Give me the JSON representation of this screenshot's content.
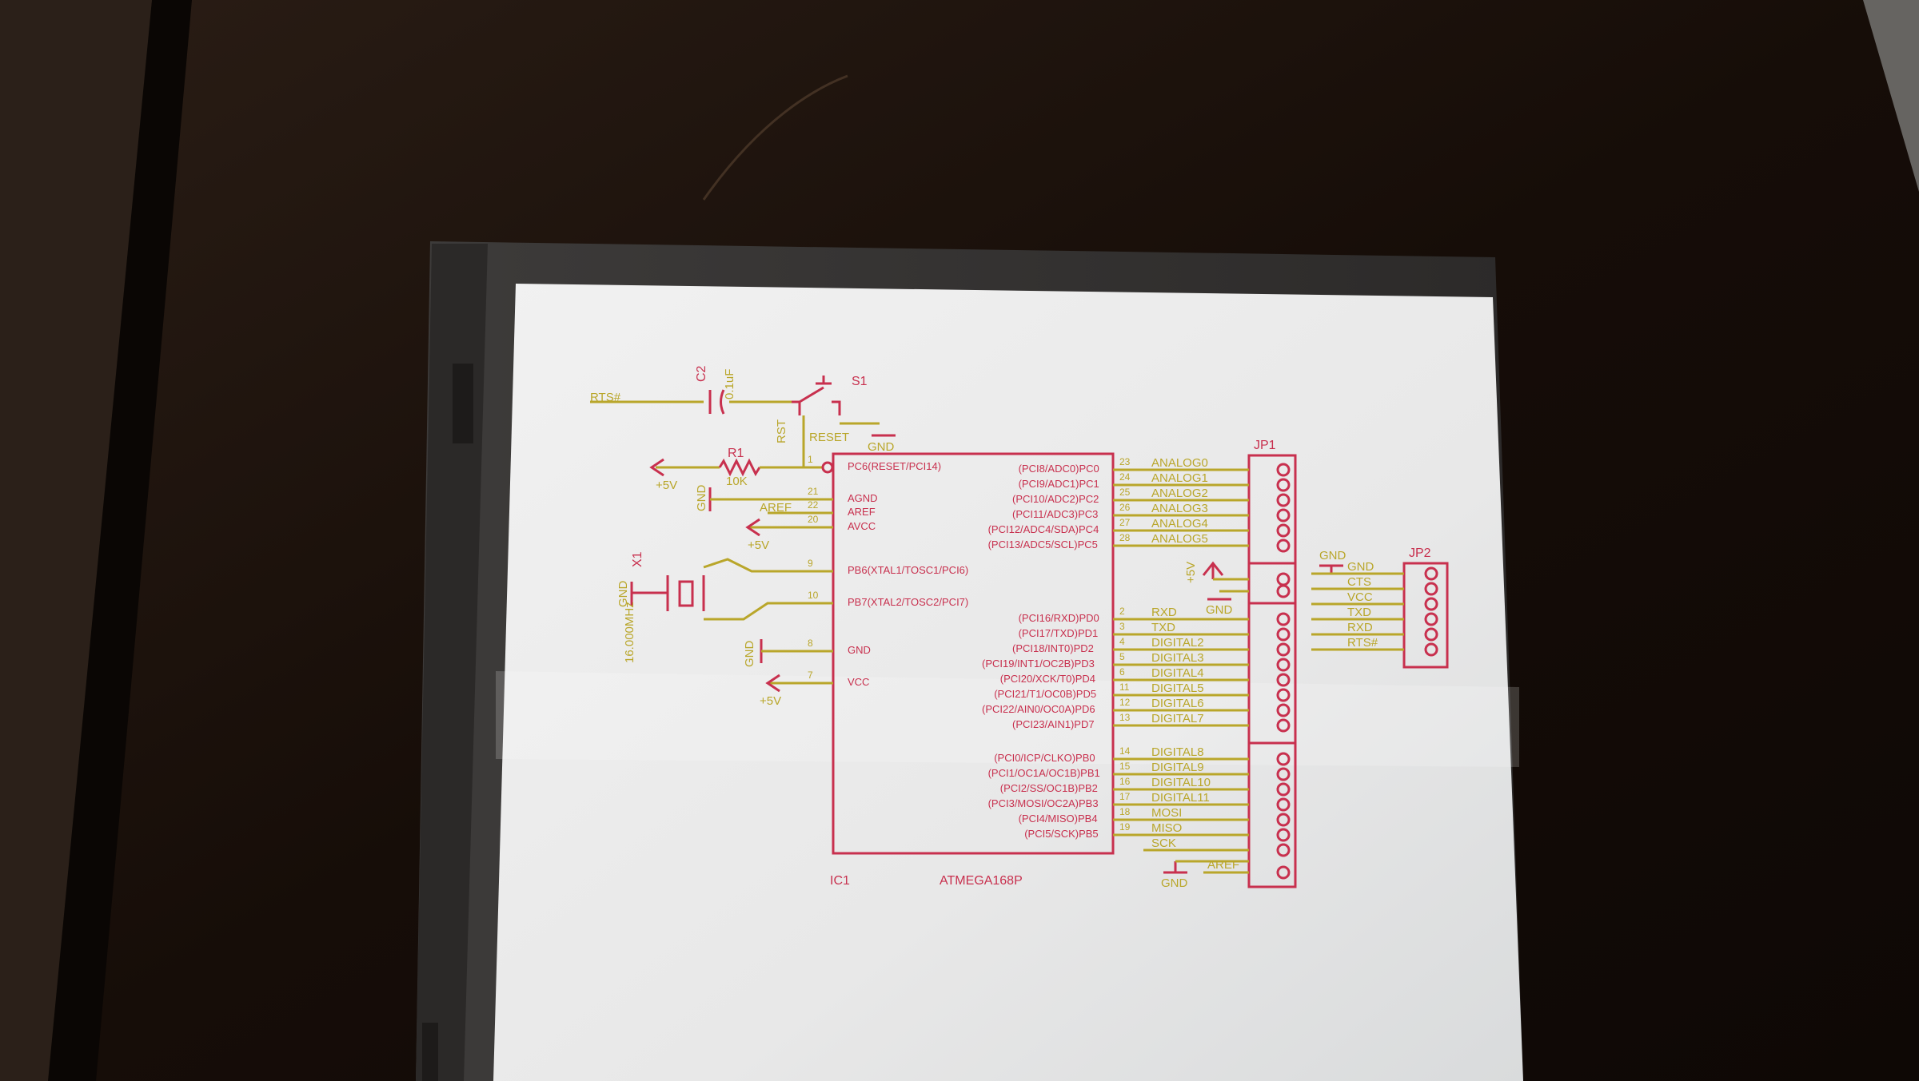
{
  "photo": {
    "subject": "printed schematic in case",
    "colors": {
      "table": "#1a0f0a",
      "case": "#3a3836",
      "paper": "#eeeeee",
      "part_red": "#c8304e",
      "wire_yellow": "#b9a62a"
    }
  },
  "schematic": {
    "ic": {
      "ref": "IC1",
      "part": "ATMEGA168P",
      "left_pins": [
        {
          "num": "1",
          "name": "PC6(RESET/PCI14)"
        },
        {
          "num": "21",
          "name": "AGND"
        },
        {
          "num": "22",
          "name": "AREF"
        },
        {
          "num": "20",
          "name": "AVCC"
        },
        {
          "num": "9",
          "name": "PB6(XTAL1/TOSC1/PCI6)"
        },
        {
          "num": "10",
          "name": "PB7(XTAL2/TOSC2/PCI7)"
        },
        {
          "num": "8",
          "name": "GND"
        },
        {
          "num": "7",
          "name": "VCC"
        }
      ],
      "right_pins_analog": [
        {
          "num": "23",
          "name": "(PCI8/ADC0)PC0"
        },
        {
          "num": "24",
          "name": "(PCI9/ADC1)PC1"
        },
        {
          "num": "25",
          "name": "(PCI10/ADC2)PC2"
        },
        {
          "num": "26",
          "name": "(PCI11/ADC3)PC3"
        },
        {
          "num": "27",
          "name": "(PCI12/ADC4/SDA)PC4"
        },
        {
          "num": "28",
          "name": "(PCI13/ADC5/SCL)PC5"
        }
      ],
      "right_pins_d": [
        {
          "num": "2",
          "name": "(PCI16/RXD)PD0"
        },
        {
          "num": "3",
          "name": "(PCI17/TXD)PD1"
        },
        {
          "num": "4",
          "name": "(PCI18/INT0)PD2"
        },
        {
          "num": "5",
          "name": "(PCI19/INT1/OC2B)PD3"
        },
        {
          "num": "6",
          "name": "(PCI20/XCK/T0)PD4"
        },
        {
          "num": "11",
          "name": "(PCI21/T1/OC0B)PD5"
        },
        {
          "num": "12",
          "name": "(PCI22/AIN0/OC0A)PD6"
        },
        {
          "num": "13",
          "name": "(PCI23/AIN1)PD7"
        }
      ],
      "right_pins_b": [
        {
          "num": "14",
          "name": "(PCI0/ICP/CLKO)PB0"
        },
        {
          "num": "15",
          "name": "(PCI1/OC1A/OC1B)PB1"
        },
        {
          "num": "16",
          "name": "(PCI2/SS/OC1B)PB2"
        },
        {
          "num": "17",
          "name": "(PCI3/MOSI/OC2A)PB3"
        },
        {
          "num": "18",
          "name": "(PCI4/MISO)PB4"
        },
        {
          "num": "19",
          "name": "(PCI5/SCK)PB5"
        }
      ]
    },
    "nets_analog": [
      "ANALOG0",
      "ANALOG1",
      "ANALOG2",
      "ANALOG3",
      "ANALOG4",
      "ANALOG5"
    ],
    "nets_d": [
      "RXD",
      "TXD",
      "DIGITAL2",
      "DIGITAL3",
      "DIGITAL4",
      "DIGITAL5",
      "DIGITAL6",
      "DIGITAL7"
    ],
    "nets_b": [
      "DIGITAL8",
      "DIGITAL9",
      "DIGITAL10",
      "DIGITAL11",
      "MOSI",
      "MISO",
      "SCK"
    ],
    "ftdi_nets": [
      "GND",
      "CTS",
      "VCC",
      "TXD",
      "RXD",
      "RTS#"
    ],
    "labels": {
      "rts": "RTS#",
      "c2": "C2",
      "c2_val": "0.1uF",
      "s1": "S1",
      "reset": "RESET",
      "rst": "RST",
      "gnd_small": "GND",
      "r1": "R1",
      "r1_val": "10K",
      "plus5v": "+5V",
      "gnd": "GND",
      "aref": "AREF",
      "x1": "X1",
      "x1_val": "16.000MHz",
      "jp1": "JP1",
      "jp2": "JP2"
    }
  }
}
